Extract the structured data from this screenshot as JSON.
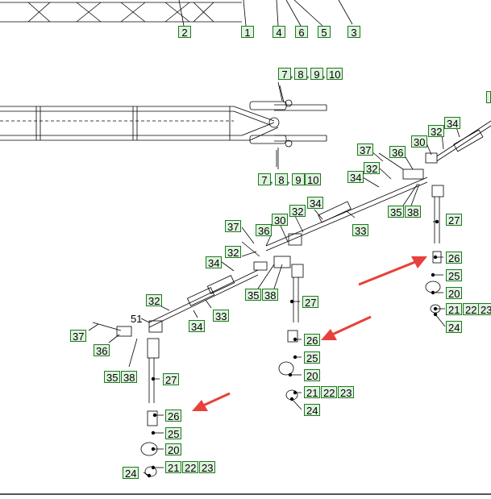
{
  "callouts": {
    "c1": "1",
    "c2": "2",
    "c3": "3",
    "c4": "4",
    "c5": "5",
    "c6": "6",
    "c7": "7",
    "c8": "8",
    "c9": "9",
    "c10": "10",
    "c20": "20",
    "c21": "21",
    "c22": "22",
    "c23": "23",
    "c24": "24",
    "c25": "25",
    "c26": "26",
    "c27": "27",
    "c30": "30",
    "c32": "32",
    "c33": "33",
    "c34": "34",
    "c35": "35",
    "c36": "36",
    "c37": "37",
    "c38": "38",
    "c51": "51"
  },
  "separator": ",",
  "colors": {
    "callout_fill": "#dff2df",
    "callout_border": "#1d7a1d",
    "arrow": "#e8403a",
    "line": "#000000"
  }
}
